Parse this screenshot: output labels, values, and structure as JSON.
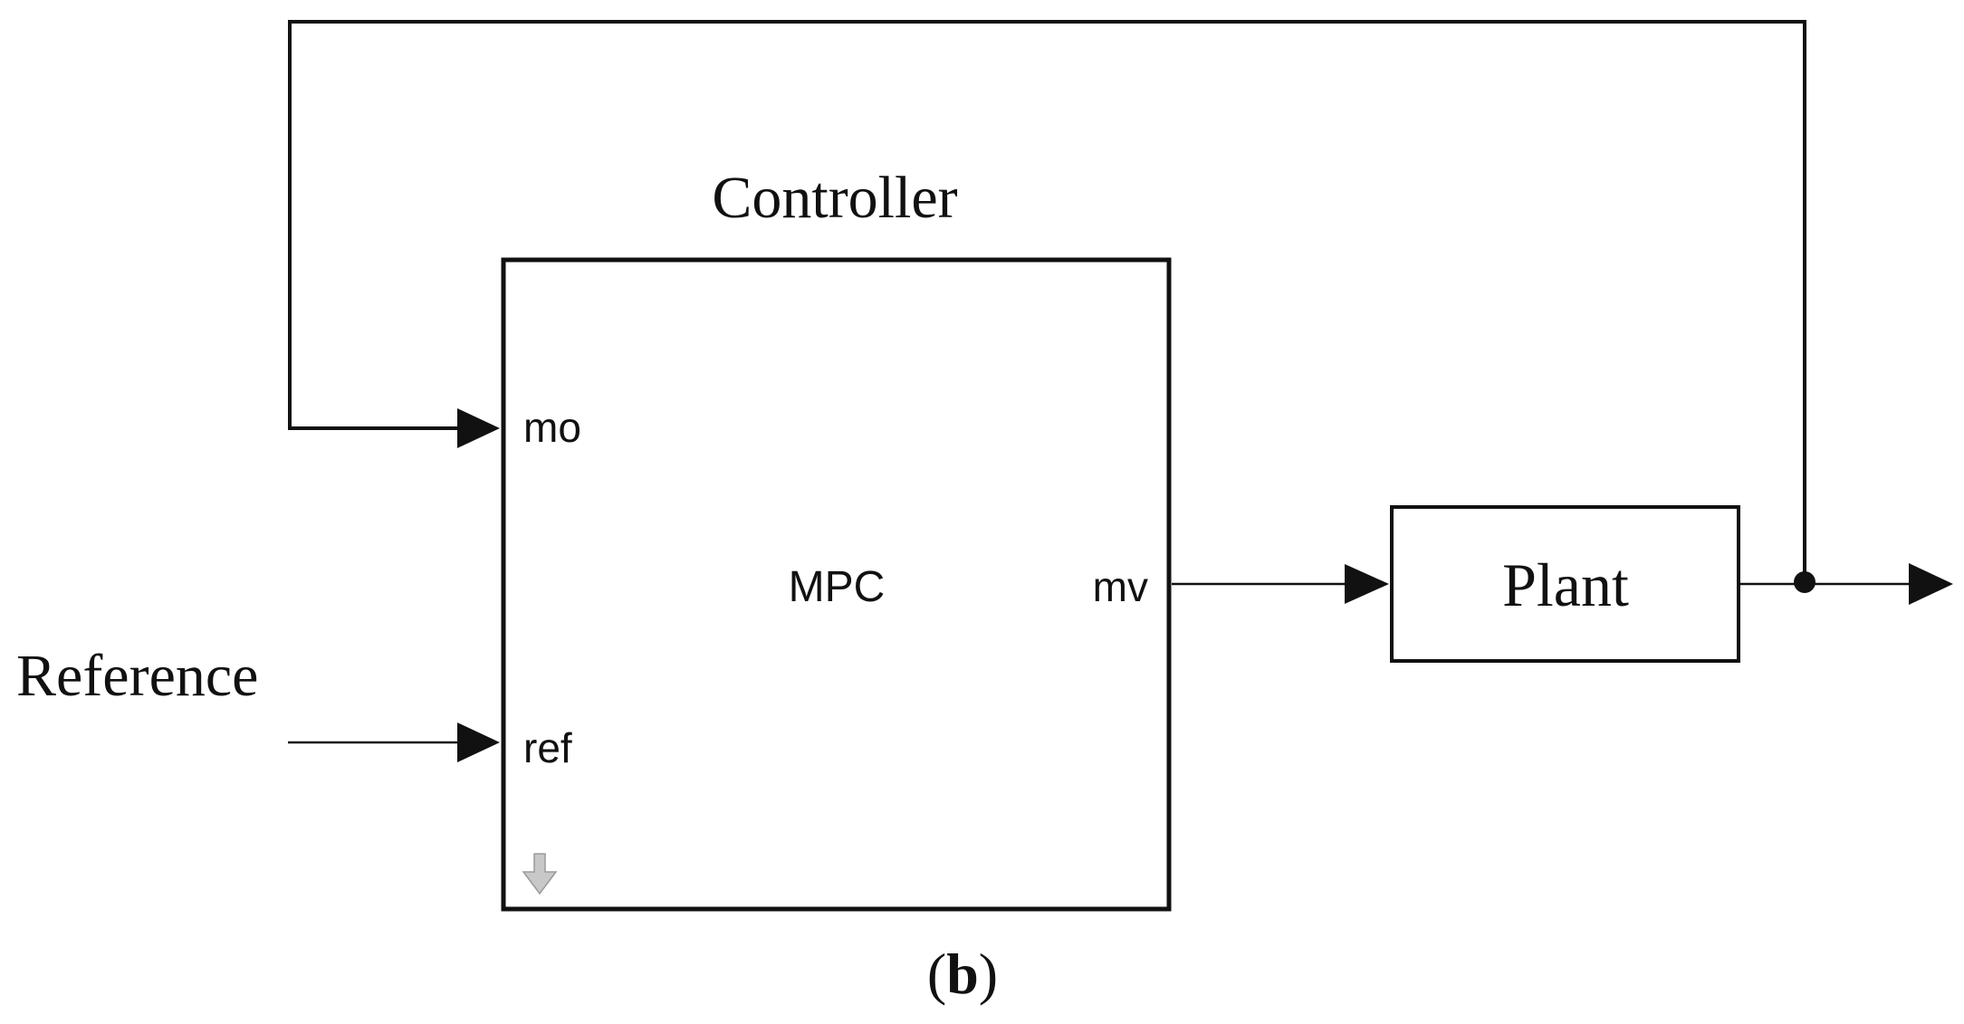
{
  "controller": {
    "title": "Controller",
    "block_label": "MPC",
    "ports": {
      "mo": "mo",
      "ref": "ref",
      "mv": "mv"
    }
  },
  "plant": {
    "label": "Plant"
  },
  "reference": {
    "label": "Reference"
  },
  "caption": {
    "open": "(",
    "letter": "b",
    "close": ")"
  },
  "colors": {
    "line": "#111111",
    "background": "#ffffff",
    "library_arrow": "#c8c8c8"
  },
  "icons": {
    "library_link": "down-arrow-icon"
  }
}
